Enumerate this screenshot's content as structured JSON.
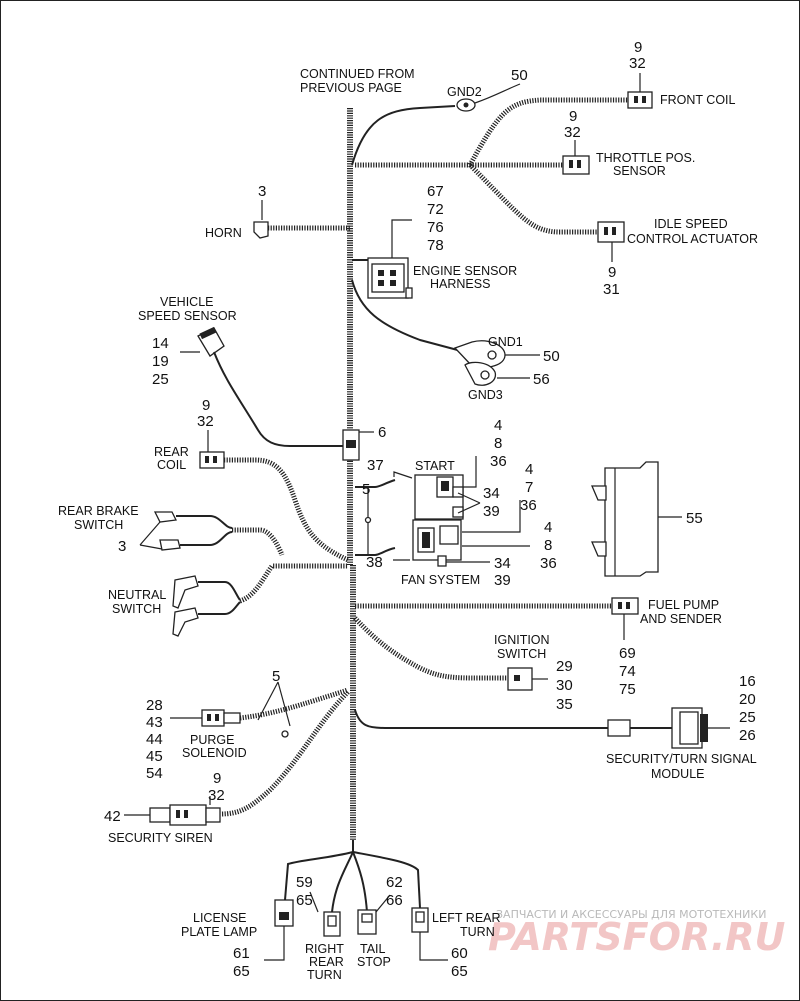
{
  "labels": {
    "continued": [
      "CONTINUED FROM",
      "PREVIOUS PAGE"
    ],
    "gnd2": "GND2",
    "front_coil": "FRONT COIL",
    "throttle": [
      "THROTTLE POS.",
      "SENSOR"
    ],
    "idle": [
      "IDLE SPEED",
      "CONTROL ACTUATOR"
    ],
    "horn": "HORN",
    "engine_sensor": [
      "ENGINE SENSOR",
      "HARNESS"
    ],
    "vss": [
      "VEHICLE",
      "SPEED SENSOR"
    ],
    "gnd1": "GND1",
    "gnd3": "GND3",
    "rear_coil": [
      "REAR",
      "COIL"
    ],
    "start": "START",
    "rear_brake": [
      "REAR BRAKE",
      "SWITCH"
    ],
    "neutral": [
      "NEUTRAL",
      "SWITCH"
    ],
    "fan_system": "FAN SYSTEM",
    "fuel_pump": [
      "FUEL PUMP",
      "AND SENDER"
    ],
    "ignition": [
      "IGNITION",
      "SWITCH"
    ],
    "purge": [
      "PURGE",
      "SOLENOID"
    ],
    "security_module": [
      "SECURITY/TURN SIGNAL",
      "MODULE"
    ],
    "security_siren": "SECURITY SIREN",
    "license": [
      "LICENSE",
      "PLATE LAMP"
    ],
    "right_rear": [
      "RIGHT",
      "REAR",
      "TURN"
    ],
    "tail": [
      "TAIL",
      "STOP"
    ],
    "left_rear": [
      "LEFT REAR",
      "TURN"
    ]
  },
  "refs": {
    "front_coil": [
      "9",
      "32"
    ],
    "gnd2": "50",
    "throttle": [
      "9",
      "32"
    ],
    "idle": [
      "9",
      "31"
    ],
    "horn": "3",
    "engine_sensor": [
      "67",
      "72",
      "76",
      "78"
    ],
    "vss": [
      "14",
      "19",
      "25"
    ],
    "gnd1": "50",
    "gnd3": "56",
    "rear_coil": [
      "9",
      "32"
    ],
    "six": "6",
    "start_left": "37",
    "start_right": [
      "4",
      "8",
      "36"
    ],
    "relay_mid": [
      "34",
      "39"
    ],
    "relay_right": [
      "4",
      "7",
      "36"
    ],
    "fan_right": [
      "4",
      "8",
      "36"
    ],
    "fan_left": "38",
    "fan_bottom": [
      "34",
      "39"
    ],
    "five_a": "5",
    "five_b": "5",
    "rear_brake": "3",
    "fifty_five": "55",
    "fuel_pump": [
      "69",
      "74",
      "75"
    ],
    "ignition": [
      "29",
      "30",
      "35"
    ],
    "security_module": [
      "16",
      "20",
      "25",
      "26"
    ],
    "purge": [
      "28",
      "43",
      "44",
      "45",
      "54"
    ],
    "siren_top": [
      "9",
      "32"
    ],
    "siren_left": "42",
    "license": [
      "61",
      "65"
    ],
    "right_rear": [
      "59",
      "65"
    ],
    "tail": [
      "62",
      "66"
    ],
    "left_rear": [
      "60",
      "65"
    ]
  },
  "watermark": {
    "line1": "ЗАПЧАСТИ И АКСЕССУАРЫ ДЛЯ МОТОТЕХНИКИ",
    "logo": "PARTSFOR.RU"
  }
}
